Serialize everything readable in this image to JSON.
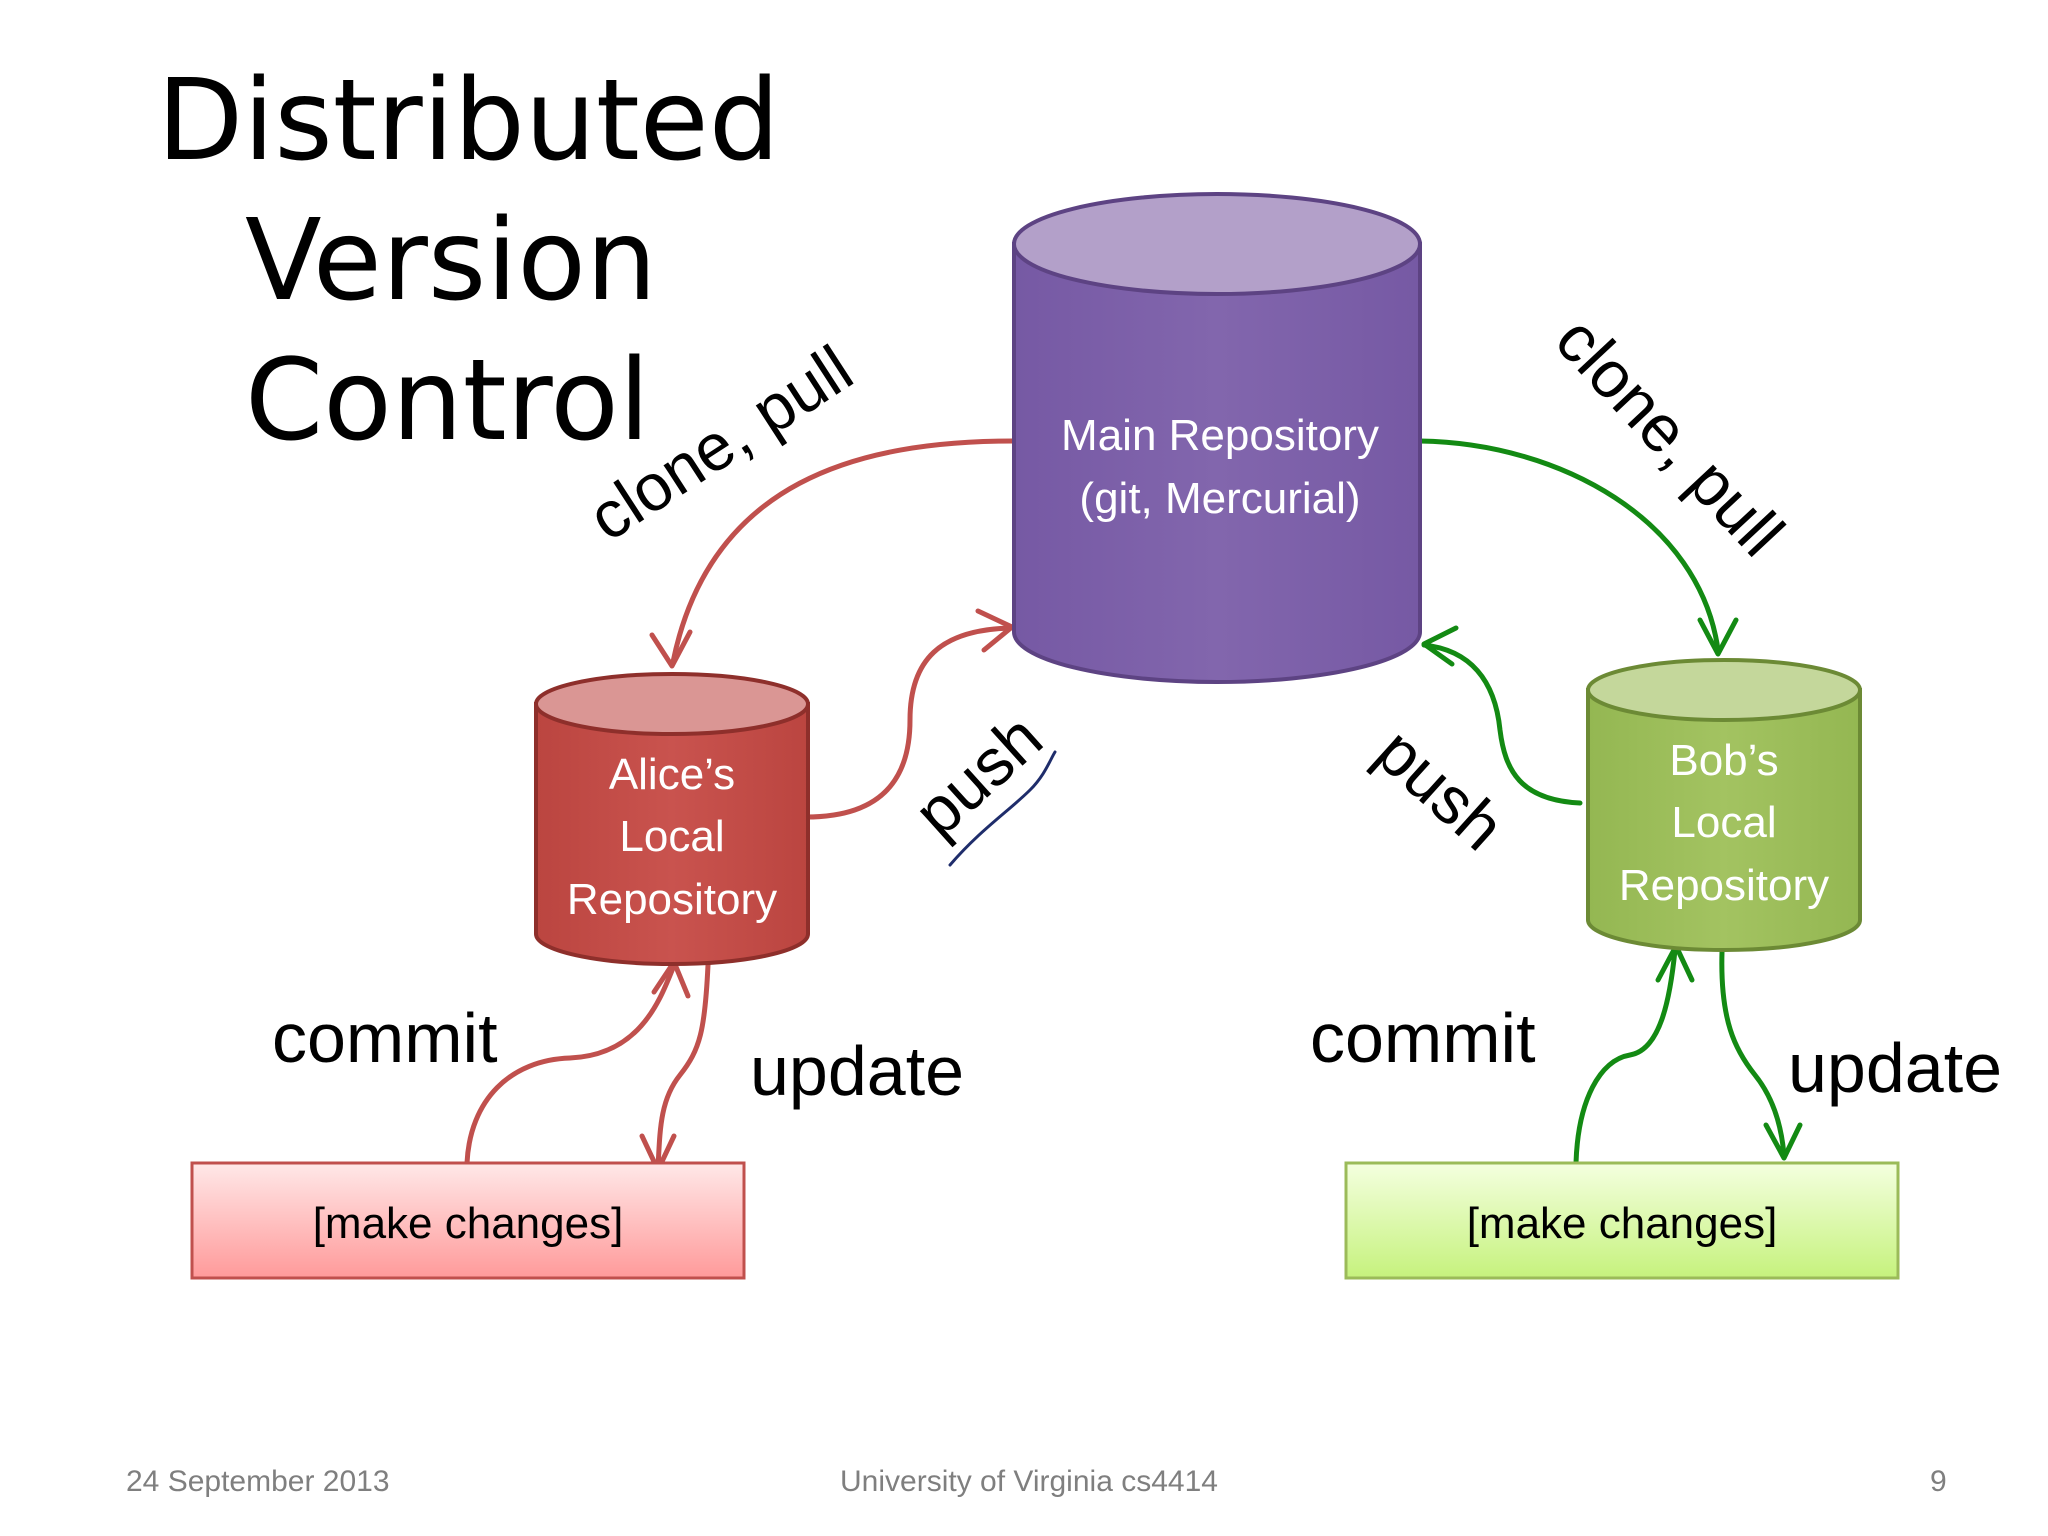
{
  "title": {
    "lines": [
      "Distributed",
      "Version",
      "Control"
    ]
  },
  "main_repo": {
    "line1": "Main Repository",
    "line2": "(git, Mercurial)"
  },
  "alice_repo": {
    "line1": "Alice’s",
    "line2": "Local",
    "line3": "Repository"
  },
  "bob_repo": {
    "line1": "Bob’s",
    "line2": "Local",
    "line3": "Repository"
  },
  "labels": {
    "clone_pull_left": "clone, pull",
    "clone_pull_right": "clone, pull",
    "push_left": "push",
    "push_right": "push",
    "commit_left": "commit",
    "update_left": "update",
    "commit_right": "commit",
    "update_right": "update"
  },
  "alice_changes": "[make changes]",
  "bob_changes": "[make changes]",
  "footer": {
    "date": "24 September 2013",
    "course": "University of Virginia cs4414",
    "page": "9"
  },
  "colors": {
    "purple": "#8064a2",
    "red": "#c0504d",
    "green": "#9bbb59",
    "arrow_green": "#138a13",
    "ink_blue": "#1f2d6b"
  },
  "icons": [
    "database-cylinder-icon",
    "arrow-icon"
  ]
}
